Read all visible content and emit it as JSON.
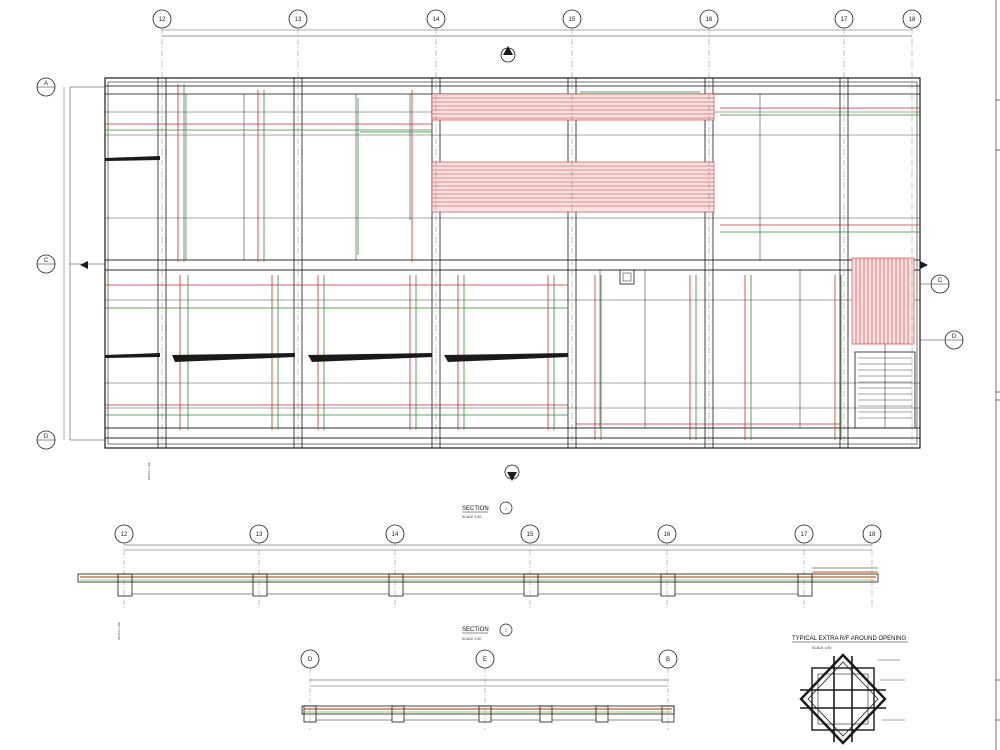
{
  "plan": {
    "grid_top": [
      "12",
      "13",
      "14",
      "15",
      "16",
      "17",
      "18"
    ],
    "grid_left": [
      "A",
      "C",
      "D"
    ],
    "grid_right": [
      "C",
      "D"
    ],
    "vertical_side_note": "MATCH LINE"
  },
  "section_1": {
    "title": "SECTION",
    "marker": "1",
    "scale": "SCALE 1:50",
    "grid": [
      "12",
      "13",
      "14",
      "15",
      "16",
      "17",
      "18"
    ],
    "side_note": "MATCH LINE"
  },
  "section_2": {
    "title": "SECTION",
    "marker": "2",
    "scale": "SCALE 1:50",
    "grid": [
      "D",
      "E",
      "B"
    ]
  },
  "detail": {
    "title": "TYPICAL EXTRA R/F AROUND OPENING",
    "scale": "SCALE 1:50"
  },
  "colors": {
    "line": "#1a1a1a",
    "red_bar": "#d62828",
    "green_bar": "#2e8b2e",
    "orange_bar": "#c85a1e",
    "hatch_fill": "#f2c9c9"
  }
}
